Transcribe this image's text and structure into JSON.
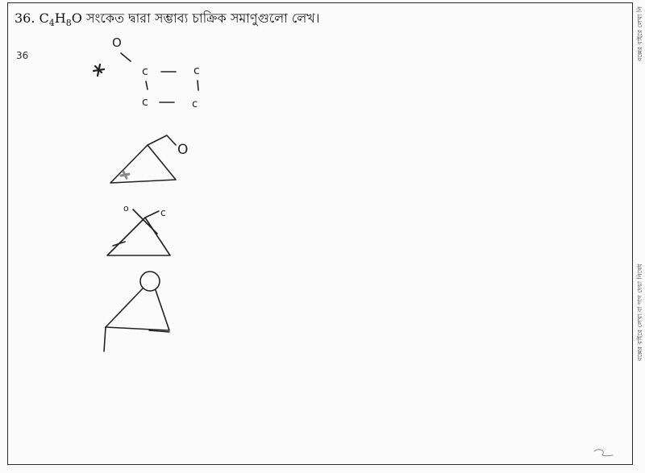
{
  "question": {
    "number": "36.",
    "formula": {
      "c": "C",
      "c_sub": "4",
      "h": "H",
      "h_sub": "8",
      "o": "O"
    },
    "text": "সংকেত দ্বারা সম্ভাব্য চাক্রিক সমাণুগুলো লেখ।"
  },
  "margin_number": "36",
  "side_notes": {
    "top": "বক্সের বাইরে লেখা নি",
    "middle": "বক্সের বাইরে লেখা বা দাগ দেয়া নিষেধ"
  },
  "structure_1": {
    "o_label": "O",
    "atoms": [
      "c",
      "c",
      "c",
      "c"
    ]
  },
  "structure_2": {
    "o_label": "O"
  },
  "structure_3": {
    "o_label": "o",
    "c_label": "c"
  }
}
